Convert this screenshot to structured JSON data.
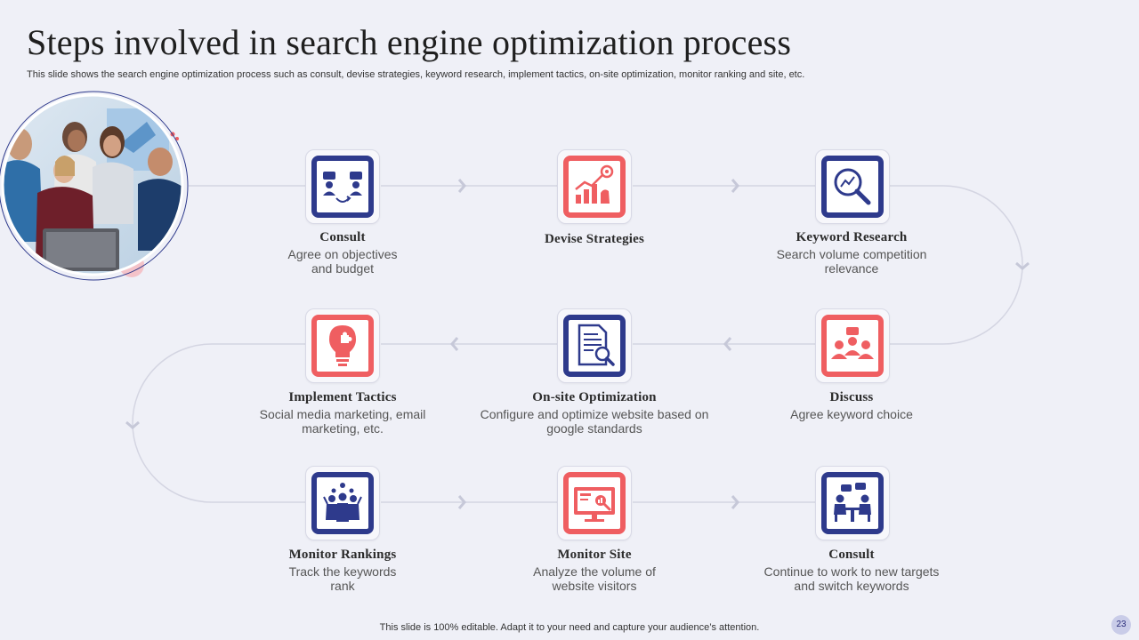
{
  "title": "Steps involved in search engine optimization process",
  "subtitle": "This slide shows the search engine optimization process such as consult, devise strategies, keyword research, implement tactics, on-site optimization, monitor ranking and site, etc.",
  "steps": [
    {
      "heading": "Consult",
      "desc": "Agree on objectives and budget",
      "icon": "team-consult-icon",
      "color": "blue"
    },
    {
      "heading": "Devise Strategies",
      "desc": "",
      "icon": "growth-strategy-icon",
      "color": "red"
    },
    {
      "heading": "Keyword Research",
      "desc": "Search volume competition relevance",
      "icon": "search-chart-icon",
      "color": "blue"
    },
    {
      "heading": "Discuss",
      "desc": "Agree keyword choice",
      "icon": "discussion-group-icon",
      "color": "red"
    },
    {
      "heading": "On-site Optimization",
      "desc": "Configure and optimize website based on google standards",
      "icon": "document-search-icon",
      "color": "blue"
    },
    {
      "heading": "Implement Tactics",
      "desc": "Social media marketing, email marketing, etc.",
      "icon": "lightbulb-puzzle-icon",
      "color": "red"
    },
    {
      "heading": "Monitor Rankings",
      "desc": "Track the keywords rank",
      "icon": "people-ranking-icon",
      "color": "blue"
    },
    {
      "heading": "Monitor Site",
      "desc": "Analyze the volume of website visitors",
      "icon": "monitor-analytics-icon",
      "color": "red"
    },
    {
      "heading": "Consult",
      "desc": "Continue to work to new targets and switch keywords",
      "icon": "meeting-table-icon",
      "color": "blue"
    }
  ],
  "colors": {
    "blue": "#2e3a8c",
    "red": "#ef5e61",
    "background": "#eff0f7",
    "connector": "#d4d5e2"
  },
  "footer": "This slide is 100% editable. Adapt it to your need and capture your audience’s attention.",
  "page_number": "23"
}
